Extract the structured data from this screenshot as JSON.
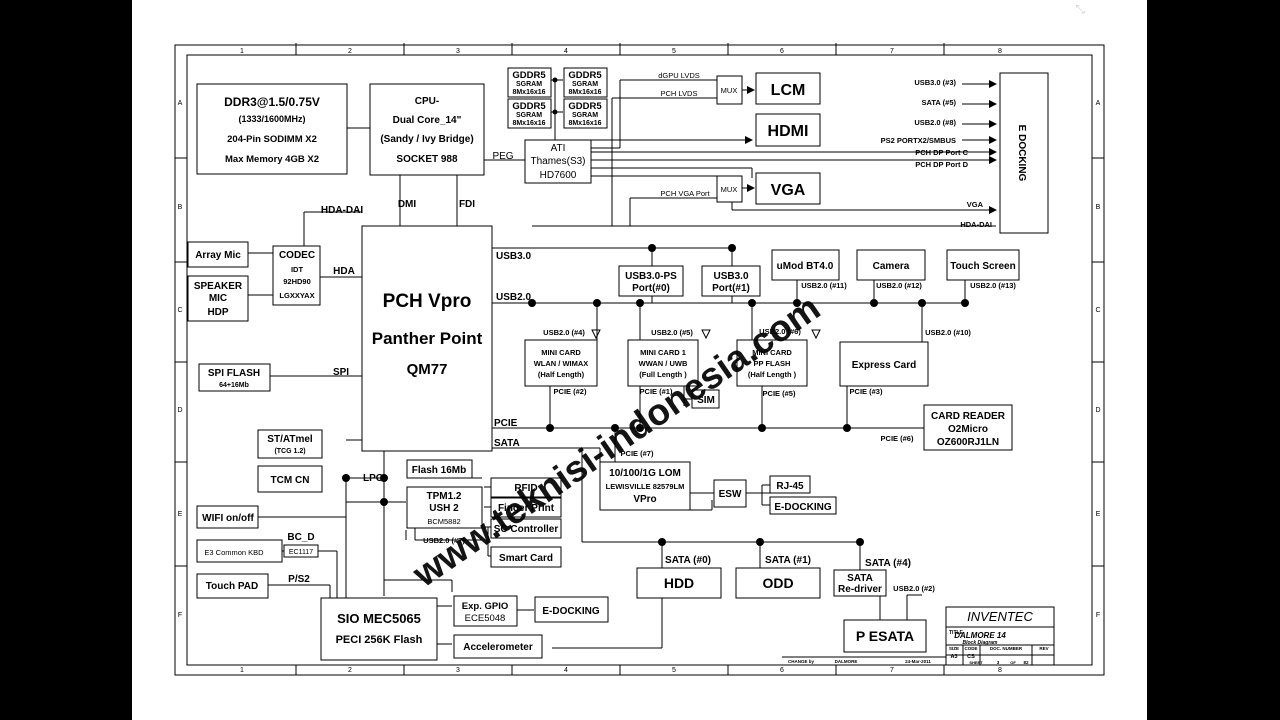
{
  "grid": {
    "cols": [
      "1",
      "2",
      "3",
      "4",
      "5",
      "6",
      "7",
      "8"
    ],
    "rows": [
      "A",
      "B",
      "C",
      "D",
      "E",
      "F"
    ]
  },
  "blocks": {
    "ddr": [
      "DDR3@1.5/0.75V",
      "(1333/1600MHz)",
      "204-Pin SODIMM X2",
      "Max Memory 4GB X2"
    ],
    "cpu": [
      "CPU-",
      "Dual Core_14\"",
      "(Sandy / Ivy Bridge)",
      "SOCKET 988"
    ],
    "gddr": {
      "title": "GDDR5",
      "l1": "SGRAM",
      "l2": "8Mx16x16"
    },
    "ati": [
      "ATI",
      "Thames(S3)",
      "HD7600"
    ],
    "mux": "MUX",
    "lcm": "LCM",
    "hdmi": "HDMI",
    "vga": "VGA",
    "edock": "E DOCKING",
    "array_mic": "Array Mic",
    "speaker": [
      "SPEAKER",
      "MIC",
      "HDP"
    ],
    "codec": [
      "CODEC",
      "IDT",
      "92HD90",
      "LGXXYAX"
    ],
    "pch": [
      "PCH Vpro",
      "Panther Point",
      "QM77"
    ],
    "spi_flash": [
      "SPI  FLASH",
      "64+16Mb"
    ],
    "st_atmel": [
      "ST/ATmel",
      "(TCG 1.2)"
    ],
    "tcm": "TCM CN",
    "wifi_onoff": "WIFI on/off",
    "e3kbd": "E3 Common KBD",
    "ec1117": "EC1117",
    "bc_d": "BC_D",
    "touchpad": "Touch PAD",
    "ps2": "P/S2",
    "sio": [
      "SIO MEC5065",
      "PECI 256K Flash"
    ],
    "expgpio": [
      "Exp. GPIO",
      "ECE5048"
    ],
    "edocking_sio": "E-DOCKING",
    "accel": "Accelerometer",
    "flash16": "Flash 16Mb",
    "tpm": [
      "TPM1.2",
      "USH 2",
      "BCM5882"
    ],
    "rfid": "RFID",
    "finger": "Finger Print",
    "sc_ctrl": "SC Controller",
    "smart": "Smart Card",
    "usb30ps": [
      "USB3.0-PS",
      "Port(#0)"
    ],
    "usb30p1": [
      "USB3.0",
      "Port(#1)"
    ],
    "umod": "uMod BT4.0",
    "camera": "Camera",
    "touchscreen": "Touch Screen",
    "mc_wlan": [
      "MINI CARD",
      "WLAN / WIMAX",
      "(Half Length)"
    ],
    "mc_wwan": [
      "MINI CARD 1",
      "WWAN / UWB",
      "(Full Length )"
    ],
    "mc_pp": [
      "MINI CARD",
      "PP FLASH",
      "(Half Length )"
    ],
    "sim": "SIM",
    "express": "Express Card",
    "cardreader": [
      "CARD READER",
      "O2Micro",
      "OZ600RJ1LN"
    ],
    "lom": [
      "10/100/1G LOM",
      "LEWISVILLE 82579LM",
      "VPro"
    ],
    "esw": "ESW",
    "rj45": "RJ-45",
    "edocking_lan": "E-DOCKING",
    "hdd": "HDD",
    "odd": "ODD",
    "sata_redriver": [
      "SATA",
      "Re-driver"
    ],
    "pesata": "P ESATA",
    "lcm_mux_cap": "MUX"
  },
  "labels": {
    "dgpu_lvds": "dGPU LVDS",
    "pch_lvds": "PCH LVDS",
    "pch_vga": "PCH VGA Port",
    "peg": "PEG",
    "dmi": "DMI",
    "fdi": "FDI",
    "hda_dai": "HDA-DAI",
    "hda": "HDA",
    "spi": "SPI",
    "lpc": "LPC",
    "usb30": "USB3.0",
    "usb20": "USB2.0",
    "pcie": "PCIE",
    "sata": "SATA",
    "usb30_3": "USB3.0 (#3)",
    "sata_5": "SATA (#5)",
    "usb20_8": "USB2.0 (#8)",
    "ps2_smbus": "PS2 PORTX2/SMBUS",
    "dp_c": "PCH DP Port C",
    "dp_d": "PCH DP Port D",
    "vga_r": "VGA",
    "hda_dai_r": "HDA-DAI",
    "usb4": "USB2.0 (#4)",
    "usb5": "USB2.0 (#5)",
    "usb6": "USB2.0 (#6)",
    "usb11": "USB2.0 (#11)",
    "usb12": "USB2.0 (#12)",
    "usb13": "USB2.0 (#13)",
    "usb10": "USB2.0 (#10)",
    "pcie2": "PCIE (#2)",
    "pcie1": "PCIE (#1)",
    "pcie5": "PCIE (#5)",
    "pcie3": "PCIE (#3)",
    "pcie6": "PCIE (#6)",
    "pcie7": "PCIE (#7)",
    "sata0": "SATA (#0)",
    "sata1": "SATA (#1)",
    "sata4": "SATA (#4)",
    "usb7": "USB2.0 (#7)",
    "usb2": "USB2.0 (#2)"
  },
  "title_block": {
    "company": "INVENTEC",
    "title_label": "TITLE",
    "title": "DALMORE 14",
    "subtitle": "Block Diagram",
    "size_label": "SIZE",
    "size": "A3",
    "code_label": "CODE",
    "code": "CS",
    "doc_label": "DOC. NUMBER",
    "rev_label": "REV",
    "change_by": "CHANGE by",
    "change_name": "DALMORE",
    "date": "24-Mar-2011",
    "sheet_label": "SHEET",
    "sheet": "3",
    "of_label": "OF",
    "of": "82"
  },
  "watermark": "www.teknisi-indonesia.com",
  "colors": {
    "watermark": "#e3272a",
    "line": "#000000",
    "background": "#ffffff"
  }
}
